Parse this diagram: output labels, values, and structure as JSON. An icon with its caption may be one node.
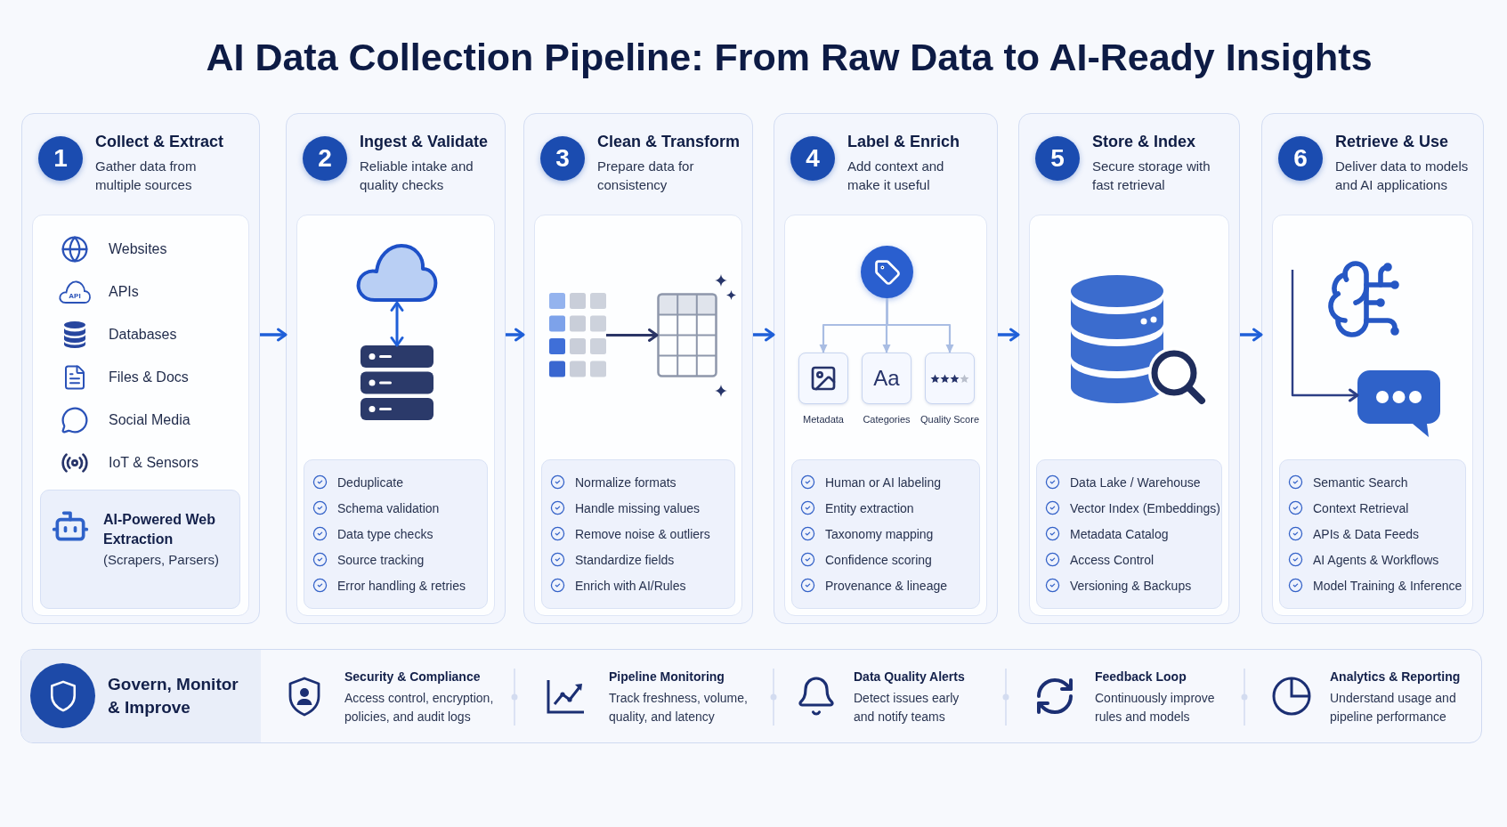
{
  "diagram": {
    "title": "AI Data Collection Pipeline: From Raw Data to AI-Ready Insights",
    "nodes": [
      {
        "text": [
          "Collect & Extract",
          "Gather data from multiple sources"
        ]
      },
      {
        "text": [
          "1"
        ],
        "in": 0
      },
      {
        "text": [
          "Websites",
          "APIs",
          "Databases",
          "Files & Docs",
          "Social Media",
          "IoT & Sensors"
        ],
        "in": 0
      },
      {
        "text": [
          "AI-Powered Web Extraction",
          "(Scrapers, Parsers)"
        ],
        "in": 2
      },
      {
        "text": [
          "Ingest & Validate",
          "Reliable intake and quality checks"
        ]
      },
      {
        "text": [
          "2"
        ],
        "in": 4
      },
      {
        "text": [],
        "shape": "box",
        "in": 4
      },
      {
        "text": [],
        "shape": "cloud",
        "in": 6
      },
      {
        "text": [],
        "shape": "picture",
        "in": 6
      },
      {
        "text": [
          "Deduplicate",
          "Schema validation",
          "Data type checks",
          "Source tracking",
          "Error handling & retries"
        ],
        "in": 6
      },
      {
        "text": [
          "Clean & Transform",
          "Prepare data for consistency"
        ]
      },
      {
        "text": [
          "3"
        ],
        "in": 10
      },
      {
        "text": [],
        "shape": "box",
        "in": 10
      },
      {
        "text": [],
        "shape": "picture",
        "in": 12
      },
      {
        "text": [],
        "shape": "picture",
        "in": 12
      },
      {
        "text": [
          "Normalize formats",
          "Handle missing values",
          "Remove noise & outliers",
          "Standardize fields",
          "Enrich with AI/Rules"
        ],
        "in": 12
      },
      {
        "text": [
          "Label & Enrich",
          "Add context and make it useful"
        ]
      },
      {
        "text": [
          "4"
        ],
        "in": 16
      },
      {
        "text": [],
        "shape": "box",
        "in": 16
      },
      {
        "text": [],
        "shape": "circle",
        "in": 18
      },
      {
        "text": [
          "Metadata"
        ],
        "in": 18
      },
      {
        "text": [
          "Aa",
          "Categories"
        ],
        "in": 18
      },
      {
        "text": [
          "Quality Score"
        ],
        "in": 18
      },
      {
        "text": [
          "Human or AI labeling",
          "Entity extraction",
          "Taxonomy mapping",
          "Confidence scoring",
          "Provenance & lineage"
        ],
        "in": 18
      },
      {
        "text": [
          "Store & Index",
          "Secure storage with fast retrieval"
        ]
      },
      {
        "text": [
          "5"
        ],
        "in": 24
      },
      {
        "text": [],
        "shape": "box",
        "in": 24
      },
      {
        "text": [
          "Data Lake / Warehouse",
          "Vector Index (Embeddings)",
          "Metadata Catalog",
          "Access Control",
          "Versioning & Backups"
        ],
        "in": 26
      },
      {
        "text": [
          "Retrieve & Use",
          "Deliver data to models and AI applications"
        ]
      },
      {
        "text": [
          "6"
        ],
        "in": 28
      },
      {
        "text": [],
        "shape": "box",
        "in": 28
      },
      {
        "text": [],
        "shape": "picture",
        "in": 30
      },
      {
        "text": [
          "Semantic Search",
          "Context Retrieval",
          "APIs & Data Feeds",
          "AI Agents & Workflows",
          "Model Training & Inference"
        ],
        "in": 30
      },
      {
        "text": [
          "Security & Compliance",
          "Access control, encryption, policies, and audit logs",
          "Pipeline Monitoring",
          "Track freshness, volume, quality, and latency",
          "Data Quality Alerts",
          "Detect issues early and notify teams",
          "Feedback Loop",
          "Continuously improve rules and models",
          "Analytics & Reporting",
          "Understand usage and pipeline performance"
        ]
      },
      {
        "text": [
          "Govern, Monitor & Improve"
        ],
        "in": 33
      }
    ],
    "edges": [
      {
        "from": 0,
        "to": 4,
        "arrow": "to"
      },
      {
        "from": 4,
        "to": 10,
        "arrow": "to"
      },
      {
        "from": 10,
        "to": 16,
        "arrow": "to"
      },
      {
        "from": 16,
        "to": 24,
        "arrow": "to"
      },
      {
        "from": 24,
        "to": 28,
        "arrow": "to"
      },
      {
        "from": 7,
        "to": 8,
        "arrow": "both"
      },
      {
        "from": 13,
        "to": 14,
        "arrow": "to",
        "color": "#2b3566"
      },
      {
        "from": 19,
        "to": 20,
        "arrow": "to",
        "color": "#a9bde3"
      },
      {
        "from": 19,
        "to": 21,
        "arrow": "to",
        "color": "#a9bde3"
      },
      {
        "from": 19,
        "to": 22,
        "arrow": "to",
        "color": "#a9bde3"
      },
      {
        "from": null,
        "to": 31,
        "arrow": "to",
        "color": "#2d3f85"
      }
    ],
    "labels": [
      "API"
    ]
  }
}
